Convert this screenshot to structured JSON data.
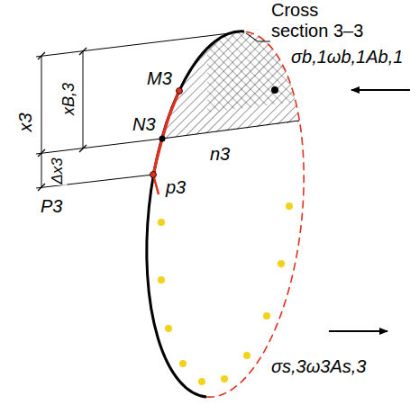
{
  "diagram": {
    "labels": [
      "Cross section 3–3",
      "σb,1ωb,1Ab,1",
      "x3",
      "xB,3",
      "M3",
      "N3",
      "n3",
      "Δx3",
      "P3",
      "p3",
      "σs,3ω3As,3"
    ]
  }
}
